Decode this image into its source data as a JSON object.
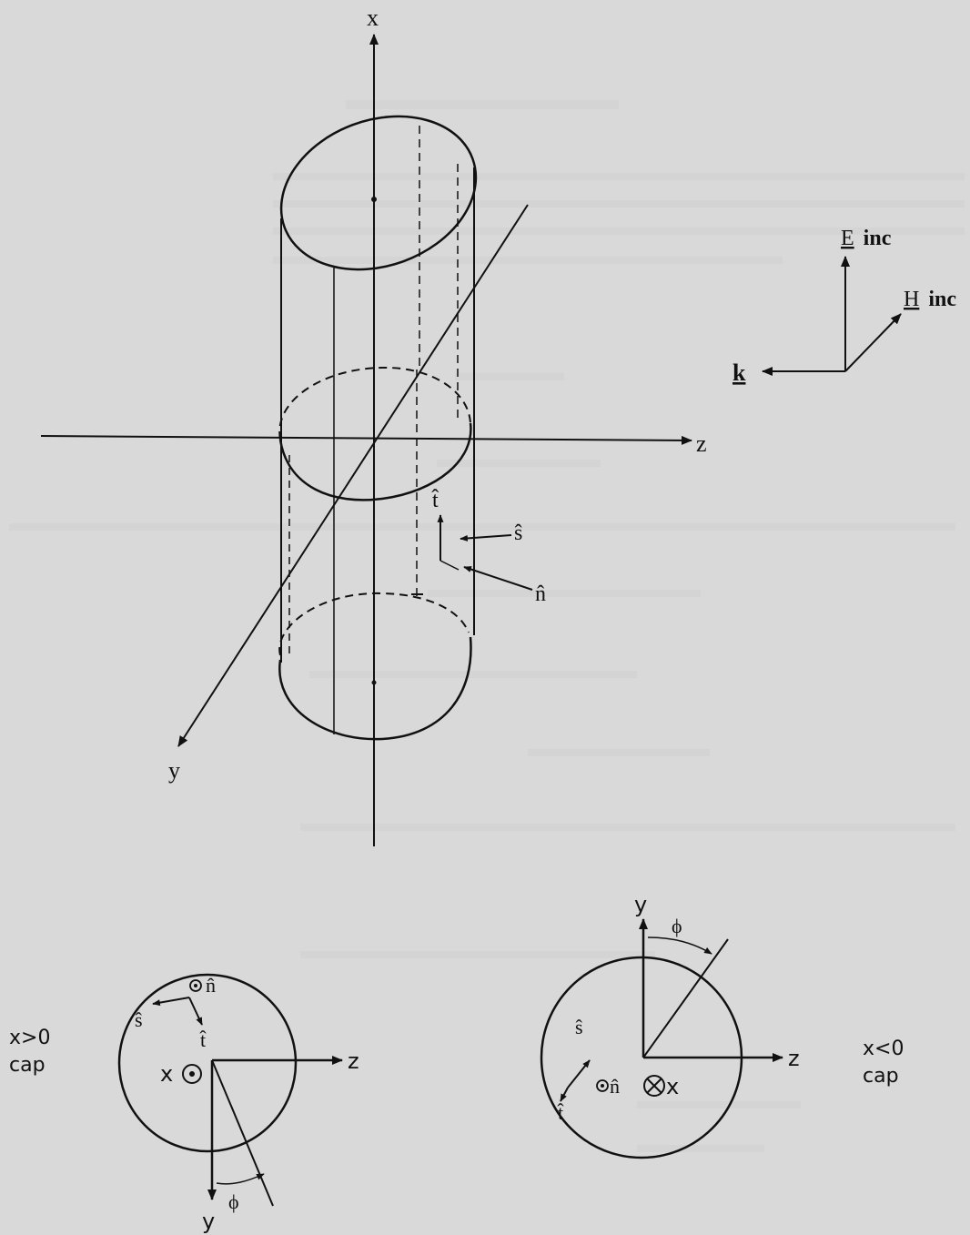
{
  "background_color": "#d9d9d9",
  "ink_color": "#111111",
  "main_figure": {
    "axis_x_label": "x",
    "axis_y_label": "y",
    "axis_z_label": "z",
    "t_hat_label": "t̂",
    "s_hat_label": "ŝ",
    "n_hat_label": "n̂"
  },
  "incident_wave": {
    "e_label": "E",
    "e_sub": "inc",
    "h_label": "H",
    "h_sub": "inc",
    "k_label": "k"
  },
  "cap_left": {
    "region_line1": "x>0",
    "region_line2": "cap",
    "x_label": "x",
    "z_label": "z",
    "y_label": "y",
    "phi_label": "ϕ",
    "s_hat_label": "ŝ",
    "t_hat_label": "t̂",
    "n_hat_label": "n̂"
  },
  "cap_right": {
    "region_line1": "x<0",
    "region_line2": "cap",
    "x_label": "x",
    "z_label": "z",
    "y_label": "y",
    "phi_label": "ϕ",
    "s_hat_label": "ŝ",
    "t_hat_label": "t̂",
    "n_hat_label": "n̂"
  }
}
